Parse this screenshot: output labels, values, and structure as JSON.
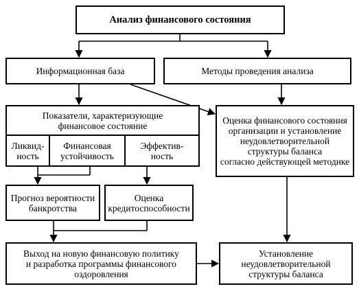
{
  "nodes": {
    "title": "Анализ финансового состояния",
    "info_base": "Информационная база",
    "methods": "Методы проведения анализа",
    "indicators": "Показатели, характеризующие\nфинансовое состояние",
    "liquidity": "Ликвид-\nность",
    "stability": "Финансовая\nустойчивость",
    "efficiency": "Эффектив-\nность",
    "evaluation": "Оценка финансового состояния\nорганизации и установление\nнеудовлетворительной\nструктуры баланса\nсогласно действующей методике",
    "bankruptcy": "Прогноз вероятности\nбанкротства",
    "credit": "Оценка\nкредитоспособности",
    "new_policy": "Выход на новую финансовую политику\nи разработка программы финансового\nоздоровления",
    "unsatisfactory": "Установление\nнеудовлетворительной\nструктуры баланса"
  }
}
